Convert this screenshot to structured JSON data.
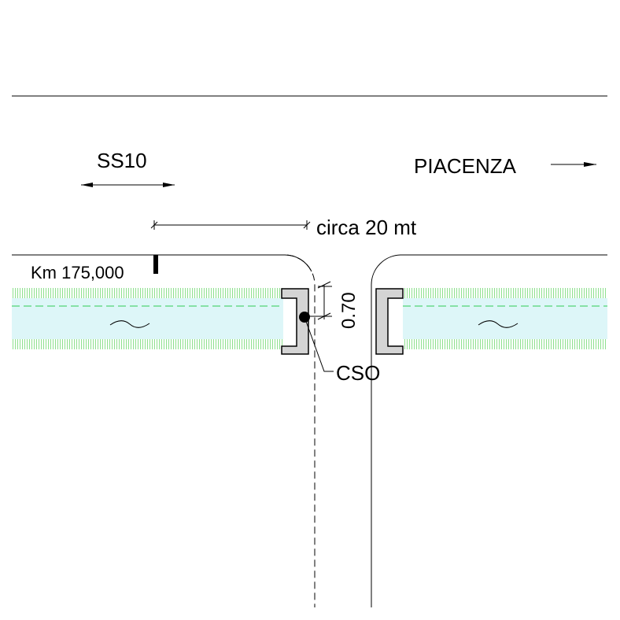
{
  "labels": {
    "road_name": "SS10",
    "destination": "PIACENZA",
    "distance": "circa 20 mt",
    "kilometer": "Km 175,000",
    "offset": "0.70",
    "marker": "CSO"
  },
  "colors": {
    "line": "#000000",
    "water": "#ddf6f8",
    "bank_hatch": "#8ee08e",
    "water_axis": "#2ecc55",
    "culvert_fill": "#d4d4d4",
    "background": "#ffffff"
  },
  "icons": {
    "flow": "tilde-wave-icon",
    "arrows": "double-arrow-icon",
    "marker": "filled-circle-icon",
    "post": "km-post-icon"
  }
}
